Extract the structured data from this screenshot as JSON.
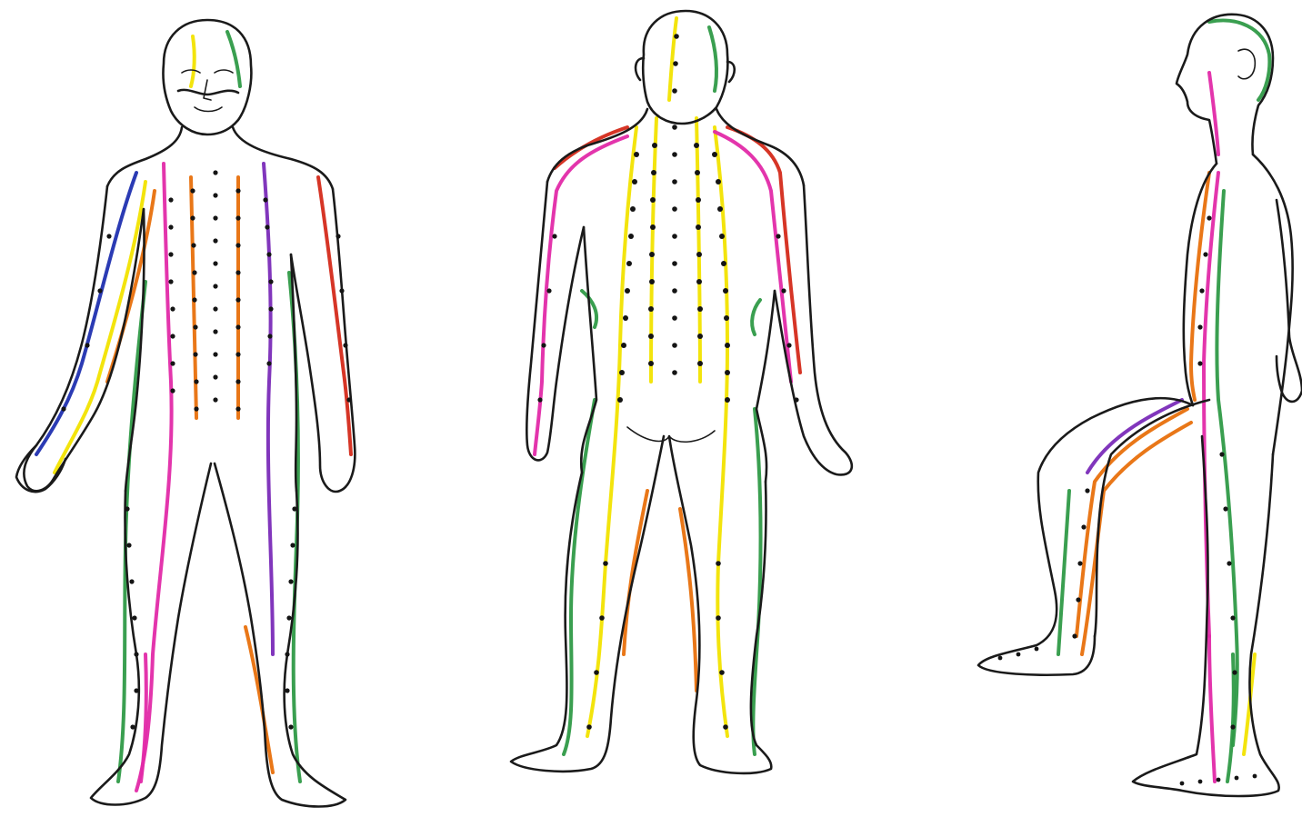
{
  "figures": [
    {
      "view": "front"
    },
    {
      "view": "back"
    },
    {
      "view": "side"
    }
  ],
  "colors": {
    "outline": "#1a1a1a",
    "yellow": "#f2e300",
    "magenta": "#e12aa8",
    "orange": "#e8700c",
    "green": "#2f9a47",
    "blue": "#2030b0",
    "purple": "#7a2bb8",
    "red": "#d42a1a",
    "brown": "#8b3a12"
  }
}
